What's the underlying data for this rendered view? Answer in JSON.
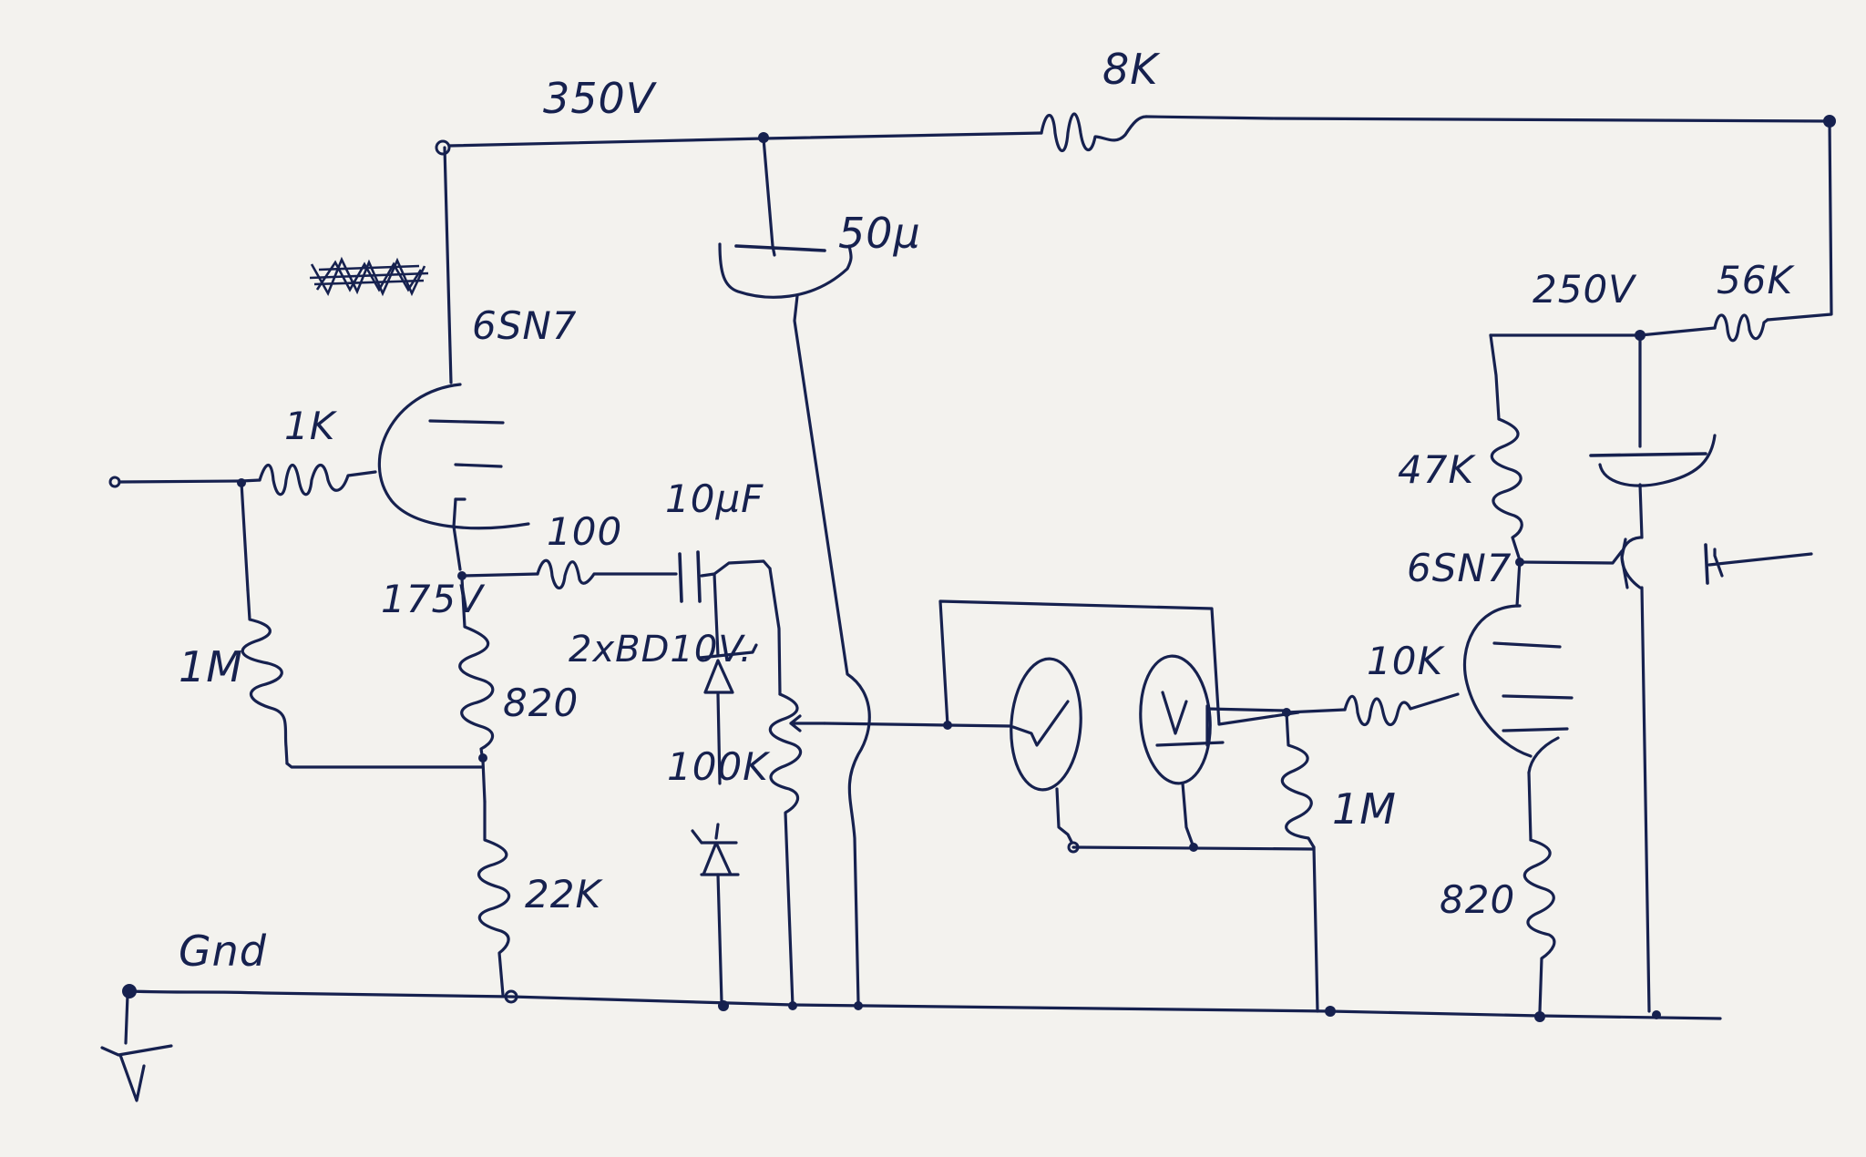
{
  "labels": {
    "v350": "350V",
    "r8k": "8K",
    "c50u": "50µ",
    "tube_v1": "6SN7",
    "r1k": "1K",
    "r1m_in": "1M",
    "r100": "100",
    "c10u": "10µF",
    "v175": "175V",
    "zener": "2xBD10V.",
    "r820a": "820",
    "r100k": "100K",
    "r22k": "22K",
    "gnd": "Gnd",
    "v250": "250V",
    "r56k": "56K",
    "r47k": "47K",
    "tube_v2": "6SN7",
    "r10k": "10K",
    "r1m_b": "1M",
    "r820b": "820"
  },
  "colors": {
    "ink": "#16214f",
    "paper": "#f3f2ee"
  }
}
